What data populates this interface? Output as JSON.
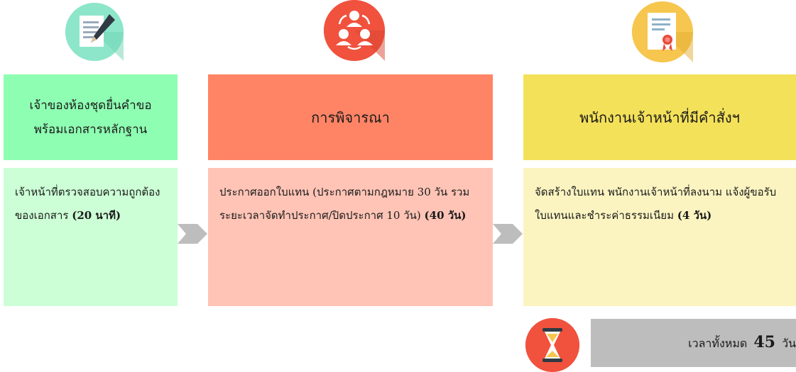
{
  "steps": [
    {
      "icon": "document-pen-icon",
      "header": "เจ้าของห้องชุดยื่นคำขอ พร้อมเอกสารหลักฐาน",
      "header_line1": "เจ้าของห้องชุดยื่นคำขอ",
      "header_line2": "พร้อมเอกสารหลักฐาน",
      "body": "เจ้าหน้าที่ตรวจสอบความถูกต้องของเอกสาร",
      "body_duration": "(20 นาที)",
      "header_color": "#8effb2",
      "body_color": "#ccffd6"
    },
    {
      "icon": "people-exchange-icon",
      "header": "การพิจารณา",
      "body": "ประกาศออกใบแทน (ประกาศตามกฎหมาย 30 วัน รวมระยะเวลาจัดทำประกาศ/ปิดประกาศ 10 วัน)",
      "body_duration": "(40 วัน)",
      "header_color": "#ff8466",
      "body_color": "#ffc4b6"
    },
    {
      "icon": "certificate-icon",
      "header": "พนักงานเจ้าหน้าที่มีคำสั่งฯ",
      "body": "จัดสร้างใบแทน พนักงานเจ้าหน้าที่ลงนาม แจ้งผู้ขอรับใบแทนและชำระค่าธรรมเนียม",
      "body_duration": "(4 วัน)",
      "header_color": "#f4e15a",
      "body_color": "#fbf4c1"
    }
  ],
  "total": {
    "icon": "hourglass-icon",
    "prefix": "เวลาทั้งหมด",
    "number": "45",
    "suffix": "วัน",
    "bar_color": "#bdbdbd"
  },
  "arrow_color": "#bdbdbd"
}
